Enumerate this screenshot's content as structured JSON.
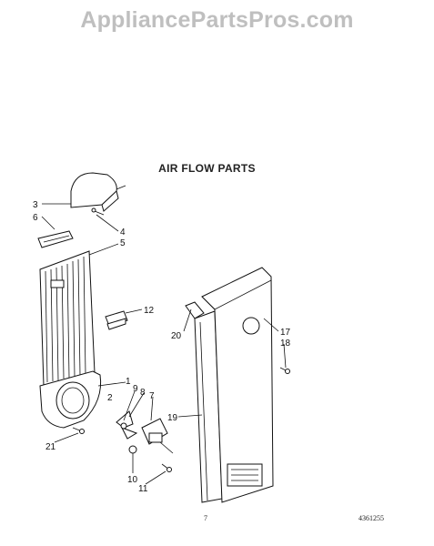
{
  "watermark": "AppliancePartsPros.com",
  "title": "AIR FLOW PARTS",
  "page_number": "7",
  "doc_number": "4361255",
  "callouts": [
    "3",
    "6",
    "4",
    "5",
    "12",
    "20",
    "17",
    "18",
    "1",
    "9",
    "8",
    "7",
    "19",
    "21",
    "10",
    "11",
    "2"
  ]
}
